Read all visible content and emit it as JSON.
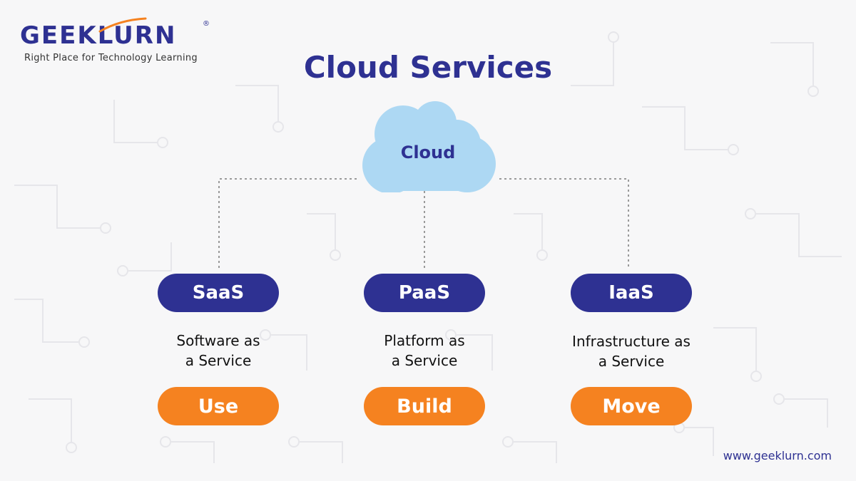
{
  "brand": {
    "name": "GEEKLURN",
    "registered_mark": "®",
    "tagline": "Right Place for Technology Learning",
    "website": "www.geeklurn.com"
  },
  "title": "Cloud Services",
  "root": {
    "label": "Cloud"
  },
  "services": [
    {
      "abbr": "SaaS",
      "line1": "Software as",
      "line2": "a Service",
      "action": "Use"
    },
    {
      "abbr": "PaaS",
      "line1": "Platform as",
      "line2": "a Service",
      "action": "Build"
    },
    {
      "abbr": "IaaS",
      "line1": "Infrastructure as",
      "line2": "a Service",
      "action": "Move"
    }
  ],
  "colors": {
    "navy": "#2e3192",
    "orange": "#f58220",
    "cloud": "#add8f3",
    "background": "#f7f7f8"
  }
}
